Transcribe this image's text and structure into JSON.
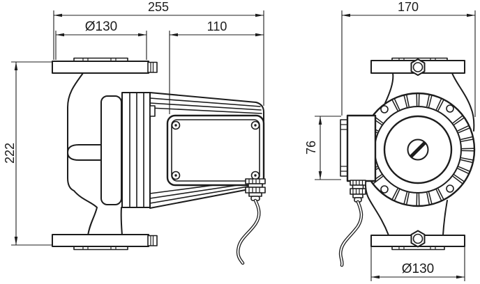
{
  "drawing": {
    "title": "Circulation pump dimensional drawing, two orthographic views",
    "background": "#ffffff",
    "line_color": "#1c1c1c"
  },
  "side_view": {
    "dims": {
      "overall_length": "255",
      "flange_diameter": "Ø130",
      "motor_length": "110",
      "height": "222"
    }
  },
  "front_view": {
    "dims": {
      "overall_width": "170",
      "terminal_box_height": "76",
      "flange_diameter": "Ø130"
    }
  }
}
